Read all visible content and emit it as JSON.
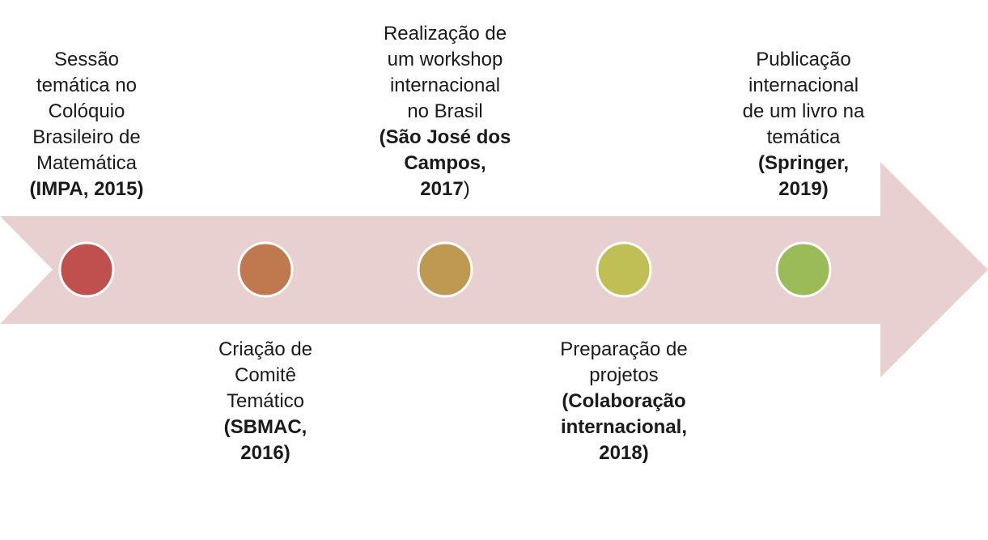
{
  "arrow_color": "#e8d0d0",
  "milestones": [
    {
      "normal": [
        "Sessão",
        "temática no",
        "Colóquio",
        "Brasileiro de",
        "Matemática"
      ],
      "bold": "(IMPA, 2015)",
      "bold_tail": "",
      "color": "#c0504d"
    },
    {
      "normal": [
        "Criação de",
        "Comitê",
        "Temático"
      ],
      "bold": "(SBMAC,",
      "bold2": "2016)",
      "color": "#c0784f"
    },
    {
      "normal": [
        "Realização de",
        "um workshop",
        "internacional",
        "no Brasil"
      ],
      "bold": "(São José dos",
      "bold2": "Campos,",
      "bold3": "2017",
      "tail": ")",
      "color": "#bf9952"
    },
    {
      "normal": [
        "Preparação de",
        "projetos"
      ],
      "bold": "(Colaboração",
      "bold2": "internacional,",
      "bold3": "2018)",
      "color": "#bfbf55"
    },
    {
      "normal": [
        "Publicação",
        "internacional",
        "de um livro na",
        "temática"
      ],
      "bold": "(Springer,",
      "bold2": "2019)",
      "color": "#9bbb59"
    }
  ]
}
